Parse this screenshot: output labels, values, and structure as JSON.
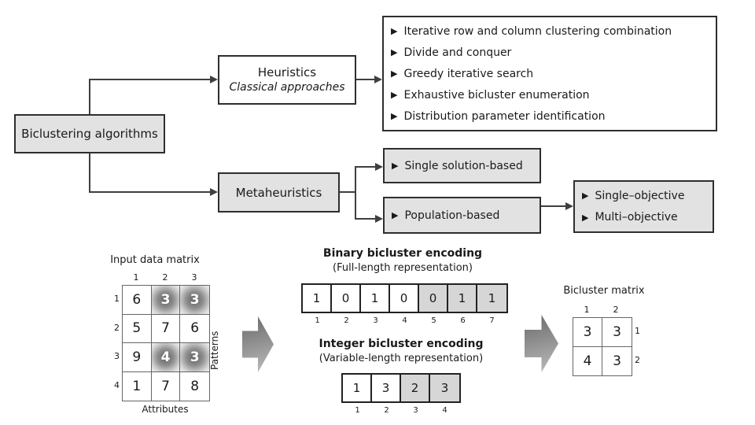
{
  "diagram": {
    "bullet": "▶",
    "root_label": "Biclustering algorithms",
    "heuristics": {
      "title": "Heuristics",
      "subtitle": "Classical approaches"
    },
    "heuristics_items": [
      "Iterative row and column clustering combination",
      "Divide and conquer",
      "Greedy iterative search",
      "Exhaustive bicluster enumeration",
      "Distribution parameter identification"
    ],
    "metaheuristics_label": "Metaheuristics",
    "meta_children": [
      "Single solution-based",
      "Population-based"
    ],
    "objectives": [
      "Single–objective",
      "Multi–objective"
    ]
  },
  "input_matrix": {
    "title": "Input data matrix",
    "col_headers": [
      "1",
      "2",
      "3"
    ],
    "row_headers": [
      "1",
      "2",
      "3",
      "4"
    ],
    "rows": [
      [
        "6",
        "3",
        "3"
      ],
      [
        "5",
        "7",
        "6"
      ],
      [
        "9",
        "4",
        "3"
      ],
      [
        "1",
        "7",
        "8"
      ]
    ],
    "highlighted_cells": [
      [
        0,
        1
      ],
      [
        0,
        2
      ],
      [
        2,
        1
      ],
      [
        2,
        2
      ]
    ],
    "xlabel": "Attributes",
    "ylabel": "Patterns"
  },
  "binary_encoding": {
    "title": "Binary bicluster encoding",
    "subtitle": "(Full-length representation)",
    "values": [
      "1",
      "0",
      "1",
      "0",
      "0",
      "1",
      "1"
    ],
    "indices": [
      "1",
      "2",
      "3",
      "4",
      "5",
      "6",
      "7"
    ],
    "shaded_from_index": 4
  },
  "integer_encoding": {
    "title": "Integer bicluster encoding",
    "subtitle": "(Variable-length representation)",
    "values": [
      "1",
      "3",
      "2",
      "3"
    ],
    "indices": [
      "1",
      "2",
      "3",
      "4"
    ],
    "shaded_from_index": 2
  },
  "bicluster_matrix": {
    "title": "Bicluster matrix",
    "col_headers": [
      "1",
      "2"
    ],
    "row_headers": [
      "1",
      "2"
    ],
    "rows": [
      [
        "3",
        "3"
      ],
      [
        "4",
        "3"
      ]
    ]
  },
  "colors": {
    "box_fill": "#e2e2e2",
    "box_border": "#2e2e2e",
    "connector_line": "#3f3f3f",
    "shaded_cell": "#d6d6d6",
    "big_arrow_dark": "#6a6a6a",
    "big_arrow_light": "#bcbcbc"
  }
}
